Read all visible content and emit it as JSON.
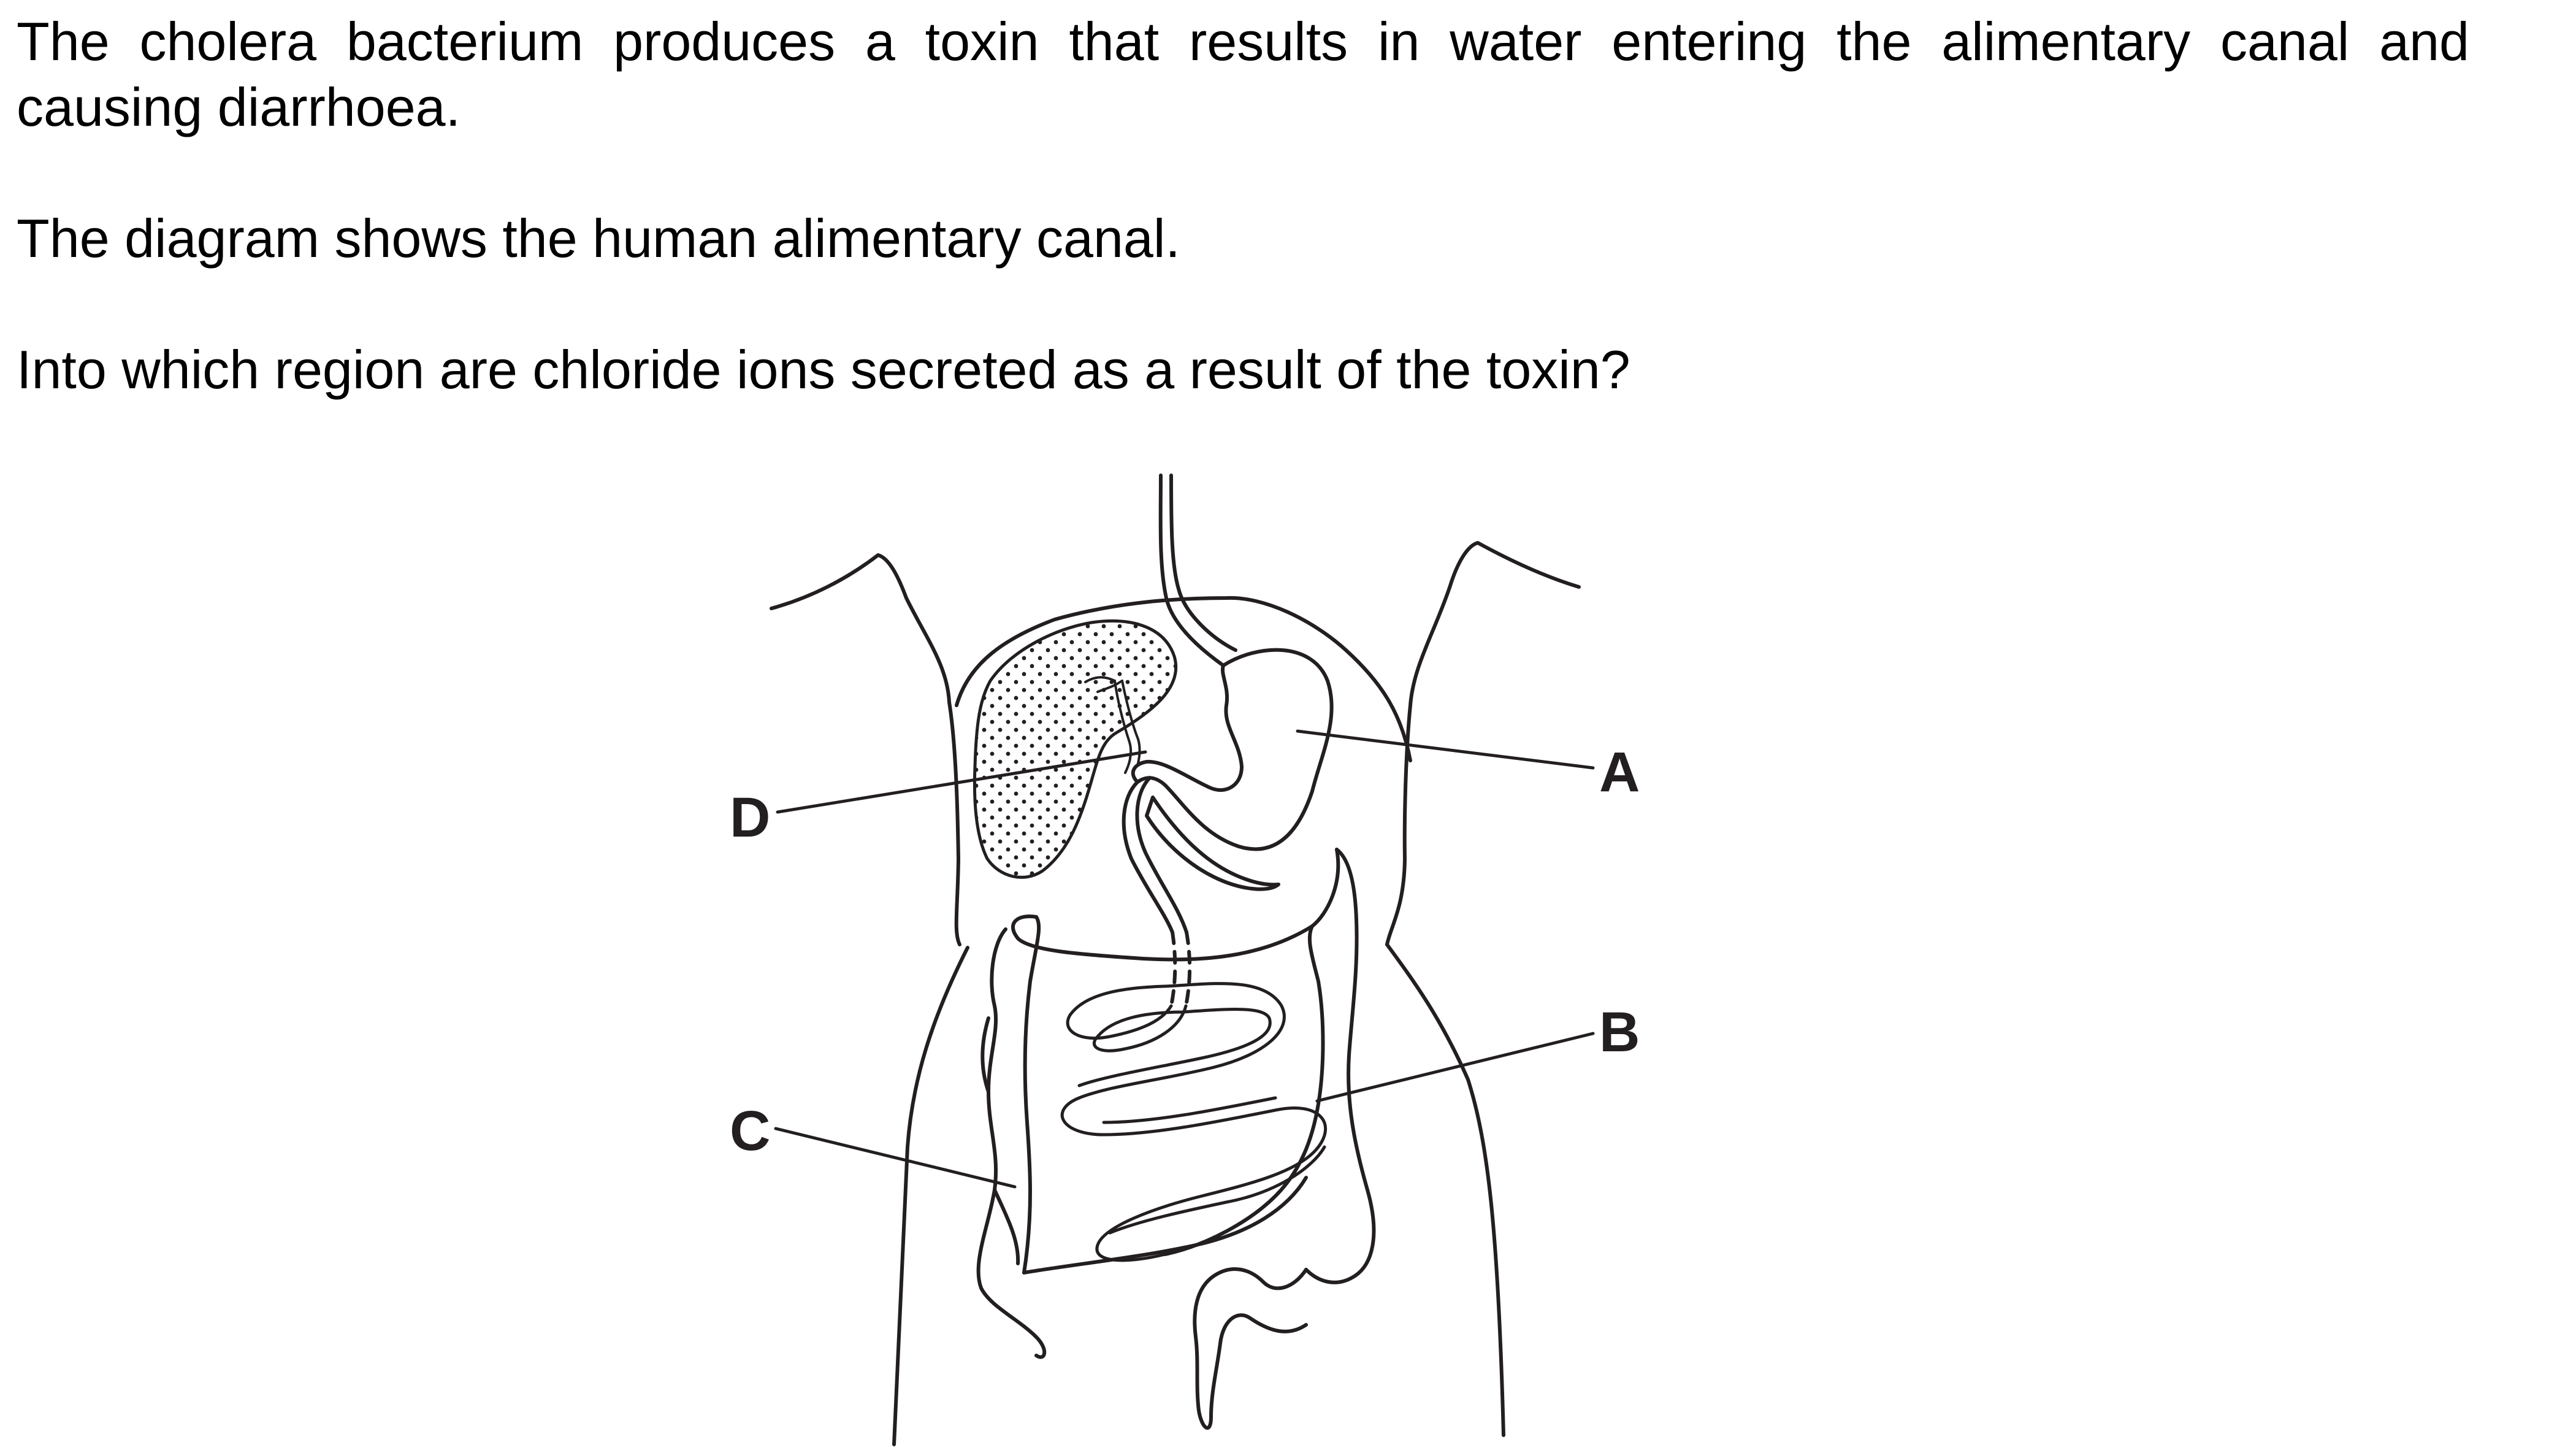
{
  "question": {
    "line1": "The cholera bacterium produces a toxin that results in water entering the alimentary canal and",
    "line2": "causing diarrhoea.",
    "line3": "The diagram shows the human alimentary canal.",
    "line4": "Into which region are chloride ions secreted as a result of the toxin?"
  },
  "diagram": {
    "labels": {
      "A": "A",
      "B": "B",
      "C": "C",
      "D": "D"
    },
    "colors": {
      "line": "#231f20",
      "background": "#ffffff"
    }
  }
}
